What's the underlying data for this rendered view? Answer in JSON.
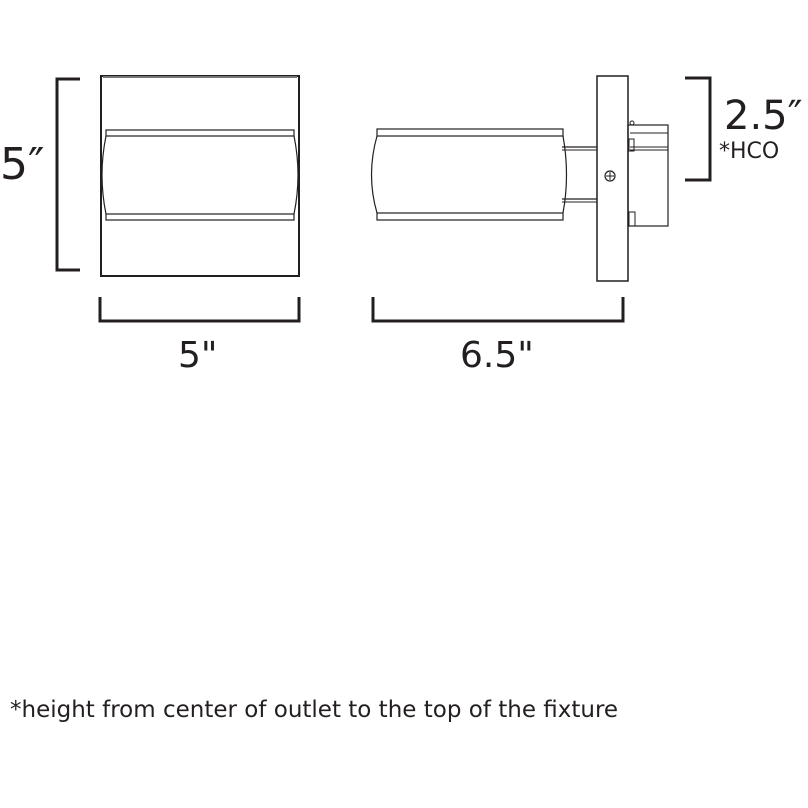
{
  "dimensions": {
    "front_height": "5″",
    "front_width": "5\"",
    "side_depth": "6.5\"",
    "hco_value": "2.5″",
    "hco_label": "*HCO"
  },
  "footnote": "*height from center of outlet to the top of the fixture",
  "colors": {
    "line": "#231f20",
    "background": "#ffffff"
  }
}
